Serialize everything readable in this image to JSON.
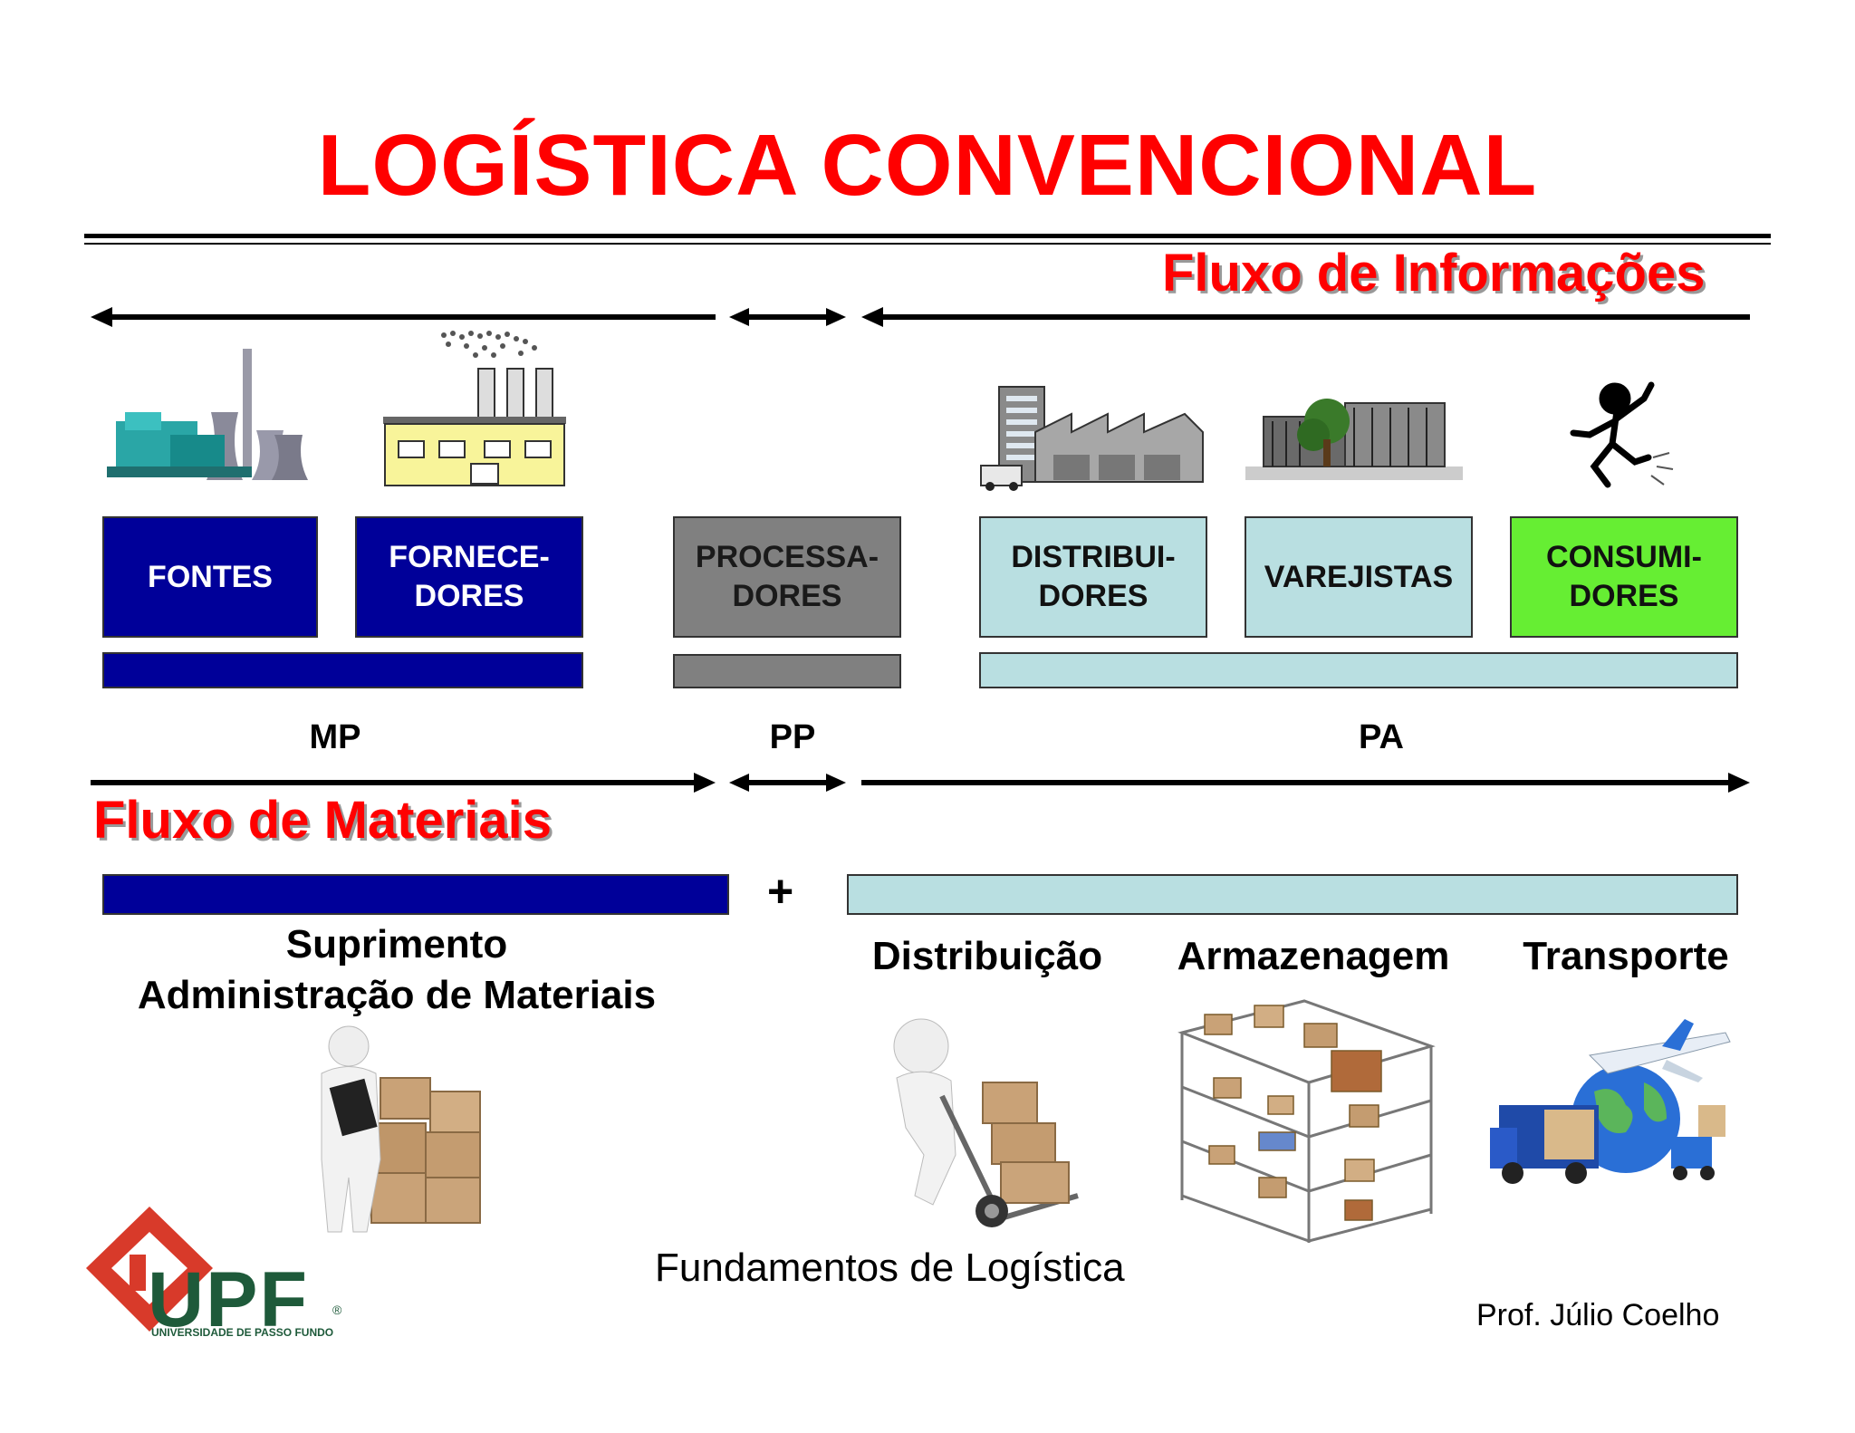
{
  "title": "LOGÍSTICA CONVENCIONAL",
  "info_flow_title": "Fluxo de Informações",
  "materials_flow_title": "Fluxo de Materiais",
  "boxes": {
    "fontes": "FONTES",
    "fornecedores_1": "FORNECE-",
    "fornecedores_2": "DORES",
    "processadores_1": "PROCESSA-",
    "processadores_2": "DORES",
    "distribuidores_1": "DISTRIBUI-",
    "distribuidores_2": "DORES",
    "varejistas": "VAREJISTAS",
    "consumidores_1": "CONSUMI-",
    "consumidores_2": "DORES"
  },
  "segments": {
    "mp": "MP",
    "pp": "PP",
    "pa": "PA"
  },
  "plus": "+",
  "supply": {
    "line1": "Suprimento",
    "line2": "Administração de Materiais"
  },
  "distribution_labels": {
    "distribuicao": "Distribuição",
    "armazenagem": "Armazenagem",
    "transporte": "Transporte"
  },
  "footer": "Fundamentos de Logística",
  "author": "Prof. Júlio Coelho",
  "logo": {
    "letters": "UPF",
    "caption": "UNIVERSIDADE DE PASSO FUNDO",
    "registered": "®"
  },
  "colors": {
    "title_red": "#ff0000",
    "dark_blue": "#000099",
    "gray": "#808080",
    "light_blue": "#b9dfe1",
    "green": "#66ee33",
    "logo_red": "#d83a2a",
    "logo_green": "#1e5a3a"
  },
  "icons": [
    "power-plant-icon",
    "factory-icon",
    "distribution-center-icon",
    "retail-building-icon",
    "consumer-figure-icon",
    "worker-boxes-icon",
    "hand-truck-icon",
    "warehouse-shelves-icon",
    "transport-globe-icon",
    "upf-logo"
  ]
}
